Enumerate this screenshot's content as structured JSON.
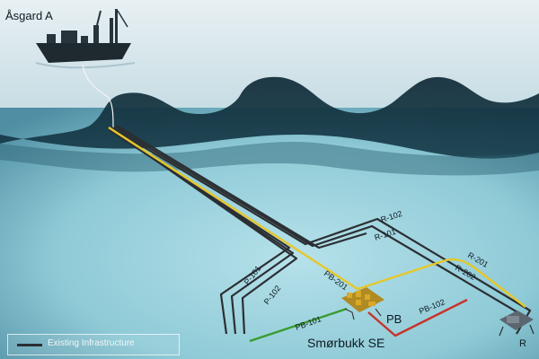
{
  "labels": {
    "vessel": "Åsgard A",
    "field": "Smørbukk SE",
    "pb": "PB",
    "r": "R",
    "p101": "P-101",
    "p102": "P-102",
    "pb201": "PB-201",
    "pb101": "PB-101",
    "pb102": "PB-102",
    "r102": "R-102",
    "r101": "R-101",
    "r201": "R-201",
    "r202": "R-202"
  },
  "legend": {
    "existing": "Existing Infrastructure"
  },
  "colors": {
    "existing": "#2b2f33",
    "yellow": "#e6c72a",
    "green": "#3a9c2e",
    "red": "#c8332b",
    "sea": "#8ecad6"
  }
}
